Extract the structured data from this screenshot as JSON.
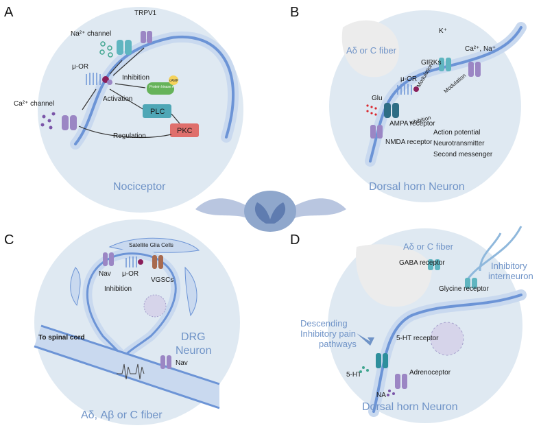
{
  "colors": {
    "circle_fill": "#dfe9f2",
    "membrane": "#6c94d6",
    "membrane_light": "#c9d9ef",
    "title_blue": "#6f93c7",
    "plc_box": "#4fa7b6",
    "pkc_box": "#df6f6c",
    "pka_box": "#66b35a",
    "camp": "#f4d25c",
    "spinal_cord": "#8fa7cc",
    "receptor_purple": "#9b86c4",
    "receptor_teal": "#5fb5c0",
    "vesicle_red": "#d9282f"
  },
  "panels": {
    "a": {
      "letter": "A",
      "title": "Nociceptor",
      "labels": {
        "trpv1": "TRPV1",
        "na_channel": "Na²⁺ channel",
        "mu_or": "μ-OR",
        "inhibition": "Inhibition",
        "camp": "cAMP",
        "pka": "Protein kinase A",
        "activation": "Activation",
        "ca_channel": "Ca²⁺ channel",
        "plc": "PLC",
        "pkc": "PKC",
        "regulation": "Regulation"
      }
    },
    "b": {
      "letter": "B",
      "title": "Dorsal horn Neuron",
      "labels": {
        "fiber": "Aδ or C fiber",
        "k_ion": "K⁺",
        "ca_na": "Ca²⁺, Na⁺",
        "girks": "GIRKs",
        "mu_or": "μ-OR",
        "glu": "Glu",
        "modulation_1": "Modulation",
        "modulation_2": "Modulation",
        "ampa": "AMPA receptor",
        "inhibition": "Inhibition",
        "nmda": "NMDA receptor",
        "effects": [
          "Action potential",
          "Neurotransmitter",
          "Second messenger"
        ]
      }
    },
    "c": {
      "letter": "C",
      "title_line1": "DRG",
      "title_line2": "Neuron",
      "fiber": "Aδ, Aβ or C fiber",
      "labels": {
        "satellite": "Satellite Glia Cells",
        "nav_top": "Nav",
        "mu_or": "μ-OR",
        "vgscs": "VGSCs",
        "inhibition": "Inhibition",
        "spinal_cord": "To spinal cord",
        "nav_axon": "Nav"
      }
    },
    "d": {
      "letter": "D",
      "title": "Dorsal horn Neuron",
      "labels": {
        "fiber": "Aδ or C fiber",
        "gaba": "GABA receptor",
        "inhibitory_1": "Inhibitory",
        "inhibitory_2": "interneuron",
        "glycine": "Glycine receptor",
        "descending_1": "Descending",
        "descending_2": "Inhibitory pain",
        "descending_3": "pathways",
        "ht_receptor": "5-HT receptor",
        "ht": "5-HT",
        "adrenoceptor": "Adrenoceptor",
        "na": "NA"
      }
    }
  }
}
